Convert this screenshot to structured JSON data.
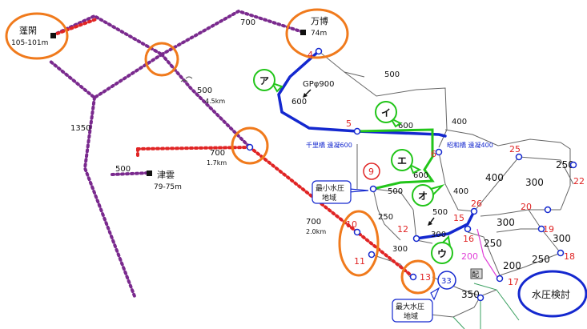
{
  "colors": {
    "purple": "#7a2a8e",
    "red": "#e02424",
    "blue": "#1428cf",
    "green": "#22c51a",
    "orange": "#f07a1c",
    "gray": "#666666",
    "pink": "#e040d8",
    "teal": "#3aa060",
    "node_label_red": "#e02424",
    "node_label_blue": "#1428cf",
    "node_label_pink": "#e040d8"
  },
  "stations": {
    "hourai_name": "蓬閑",
    "hourai_elev": "105-101m",
    "manpuku_name": "万博",
    "manpuku_elev": "74m",
    "tsugumo_name": "津雲",
    "tsugumo_elev": "79-75m"
  },
  "pipe_labels": {
    "p700_top": "700",
    "p500_upper": "500",
    "p500_upper_len": "4.5km",
    "p1350": "1350",
    "p700_mid": "700",
    "p700_mid_len": "1.7km",
    "p500_left": "500",
    "p700_low": "700",
    "p700_low_len": "2.0km",
    "gp900": "GPφ900",
    "p600_a": "600",
    "p500_right": "500",
    "p600_b": "600",
    "p400_a": "400",
    "p600_c": "600",
    "p500_mid": "500",
    "p250_a": "250",
    "p400_b": "400",
    "p300_a": "300",
    "p300_b": "300",
    "p400_c": "400",
    "p250_b": "250",
    "p300_c": "300",
    "p300_d": "300",
    "p250_c": "250",
    "p300_e": "300",
    "p250_d": "250",
    "p200_a": "200",
    "p200_pink": "200",
    "p350": "350",
    "p500_arrow": "500"
  },
  "bridges": {
    "senrihashi": "千里橋 遠凝600",
    "shouwahashi": "昭和橋 遠凝400"
  },
  "callouts": {
    "a": "ア",
    "i": "イ",
    "u": "ウ",
    "e": "エ",
    "o": "オ",
    "min_pressure_l1": "最小水圧",
    "min_pressure_l2": "地域",
    "max_pressure_l1": "最大水圧",
    "max_pressure_l2": "地域",
    "pressure_check": "水圧検討",
    "hai": "配"
  },
  "nodes": {
    "n4": "4",
    "n5": "5",
    "n6": "6",
    "n9": "9",
    "n10": "10",
    "n11": "11",
    "n12": "12",
    "n13": "13",
    "n15": "15",
    "n16": "16",
    "n17": "17",
    "n18": "18",
    "n19": "19",
    "n20": "20",
    "n22": "22",
    "n25": "25",
    "n26": "26",
    "n33": "33"
  }
}
